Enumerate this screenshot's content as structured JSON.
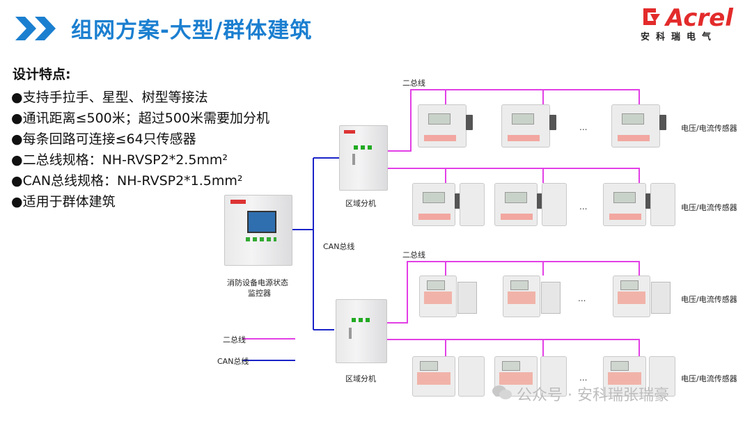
{
  "header": {
    "title": "组网方案-大型/群体建筑",
    "brand": "Acrel",
    "brand_sub": "安科瑞电气"
  },
  "features": {
    "heading": "设计特点:",
    "items": [
      "●支持手拉手、星型、树型等接法",
      "●通讯距离≤500米；超过500米需要加分机",
      "●每条回路可连接≤64只传感器",
      "●二总线规格：NH-RVSP2*2.5mm²",
      "●CAN总线规格：NH-RVSP2*1.5mm²",
      "●适用于群体建筑"
    ]
  },
  "diagram": {
    "bus_two_top": "二总线",
    "bus_two_lower": "二总线",
    "can_bus": "CAN总线",
    "monitor_label_1": "消防设备电源状态",
    "monitor_label_2": "监控器",
    "branch_label_top": "区域分机",
    "branch_label_bottom": "区域分机",
    "sensor_label_1": "电压/电流传感器",
    "sensor_label_2": "电压/电流传感器",
    "sensor_label_3": "电压/电流传感器",
    "sensor_label_4": "电压/电流传感器",
    "ellipsis": "...",
    "legend_two": "二总线",
    "legend_can": "CAN总线"
  },
  "watermark": "公众号 · 安科瑞张瑞豪",
  "colors": {
    "title": "#1b7fd0",
    "two_bus": "#e23fe6",
    "can_bus": "#1a23c8",
    "brand": "#e32b2b"
  }
}
